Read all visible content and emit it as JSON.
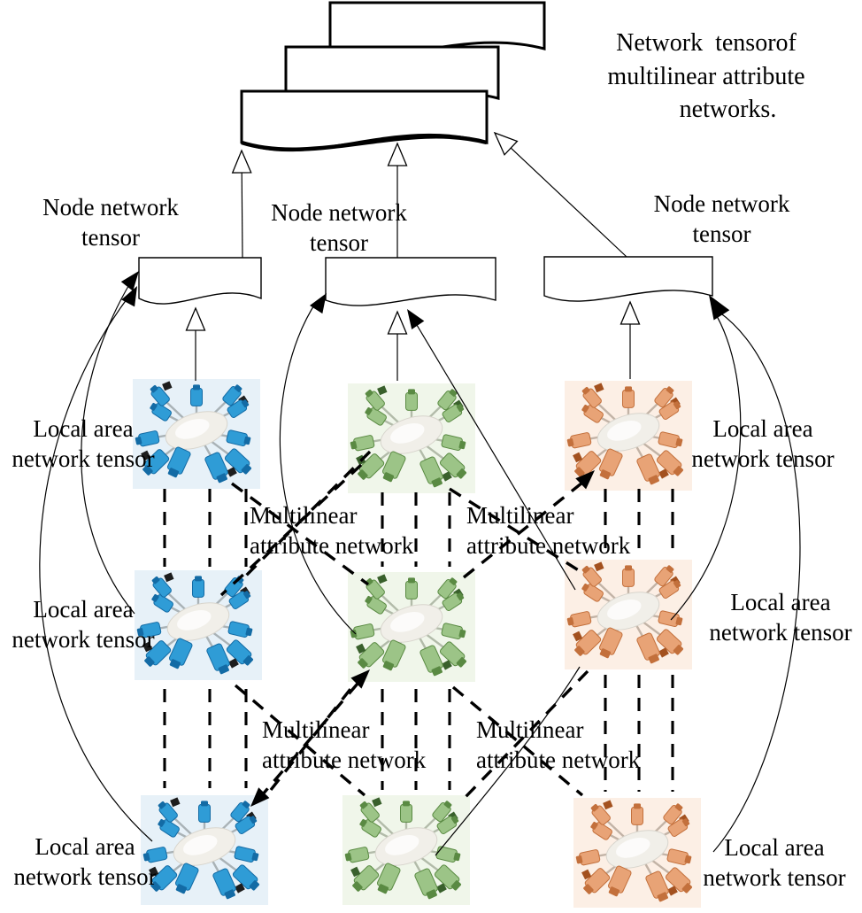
{
  "title": {
    "text": "Network  tensorof\nmultilinear attribute\n       networks."
  },
  "labels": {
    "node_tensor": "Node network\ntensor",
    "local_area": "Local area\nnetwork tensor",
    "multilinear": "Multilinear\nattribute network"
  },
  "clusters": {
    "description": "3x3 grid of local area network photos (hub with radiating device nodes)",
    "columns": [
      "blue",
      "green",
      "orange"
    ],
    "rows": 3
  },
  "colors": {
    "line": "#000000",
    "blue": {
      "node": "#2f9cd6",
      "dark": "#136ba5",
      "accent": "#1d1d1d",
      "bg": "#e7f1f8",
      "spoke": "#a9b2b6"
    },
    "green": {
      "node": "#9cc487",
      "dark": "#5a8a43",
      "accent": "#39602c",
      "bg": "#f0f6ea",
      "spoke": "#b2bba9"
    },
    "orange": {
      "node": "#e8a376",
      "dark": "#c3703c",
      "accent": "#a3511f",
      "bg": "#fcefe5",
      "spoke": "#c2b3a6"
    }
  }
}
